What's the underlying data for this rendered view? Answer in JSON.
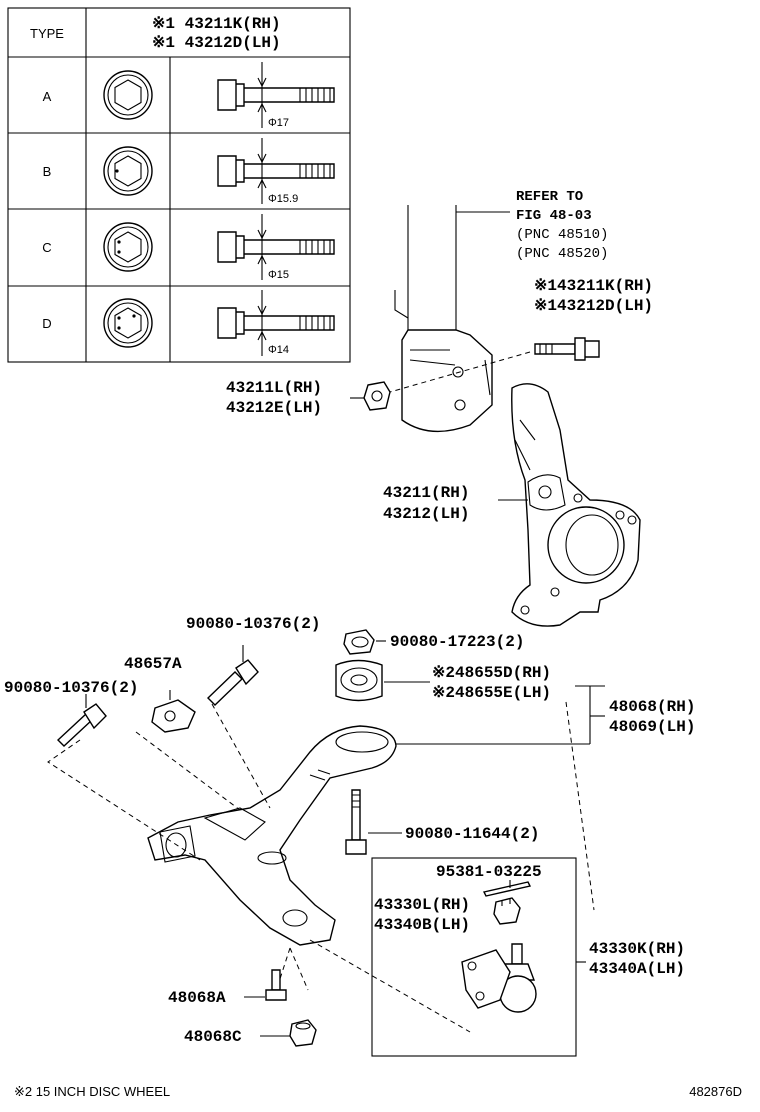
{
  "table": {
    "type_header": "TYPE",
    "header_line1": "※1 43211K(RH)",
    "header_line2": "※1 43212D(LH)",
    "rows": [
      {
        "type": "A",
        "diameter": "Φ17"
      },
      {
        "type": "B",
        "diameter": "Φ15.9"
      },
      {
        "type": "C",
        "diameter": "Φ15"
      },
      {
        "type": "D",
        "diameter": "Φ14"
      }
    ]
  },
  "refer": {
    "line1": "REFER TO",
    "line2": "FIG 48-03",
    "line3": "(PNC 48510)",
    "line4": "(PNC 48520)"
  },
  "parts": {
    "bolt_upper_rh": "※143211K(RH)",
    "bolt_upper_lh": "※143212D(LH)",
    "nut_upper_rh": "43211L(RH)",
    "nut_upper_lh": "43212E(LH)",
    "knuckle_rh": "43211(RH)",
    "knuckle_lh": "43212(LH)",
    "bolt_90080_10376_a": "90080-10376(2)",
    "nut_90080_17223": "90080-17223(2)",
    "bracket_48657a": "48657A",
    "bolt_90080_10376_b": "90080-10376(2)",
    "bushing_rh": "※248655D(RH)",
    "bushing_lh": "※248655E(LH)",
    "arm_rh": "48068(RH)",
    "arm_lh": "48069(LH)",
    "bolt_90080_11644": "90080-11644(2)",
    "cotter_pin": "95381-03225",
    "nut_ball_rh": "43330L(RH)",
    "nut_ball_lh": "43340B(LH)",
    "ball_joint_rh": "43330K(RH)",
    "ball_joint_lh": "43340A(LH)",
    "bolt_48068a": "48068A",
    "nut_48068c": "48068C"
  },
  "footer": {
    "note": "※2 15 INCH DISC WHEEL",
    "figure_code": "482876D"
  }
}
